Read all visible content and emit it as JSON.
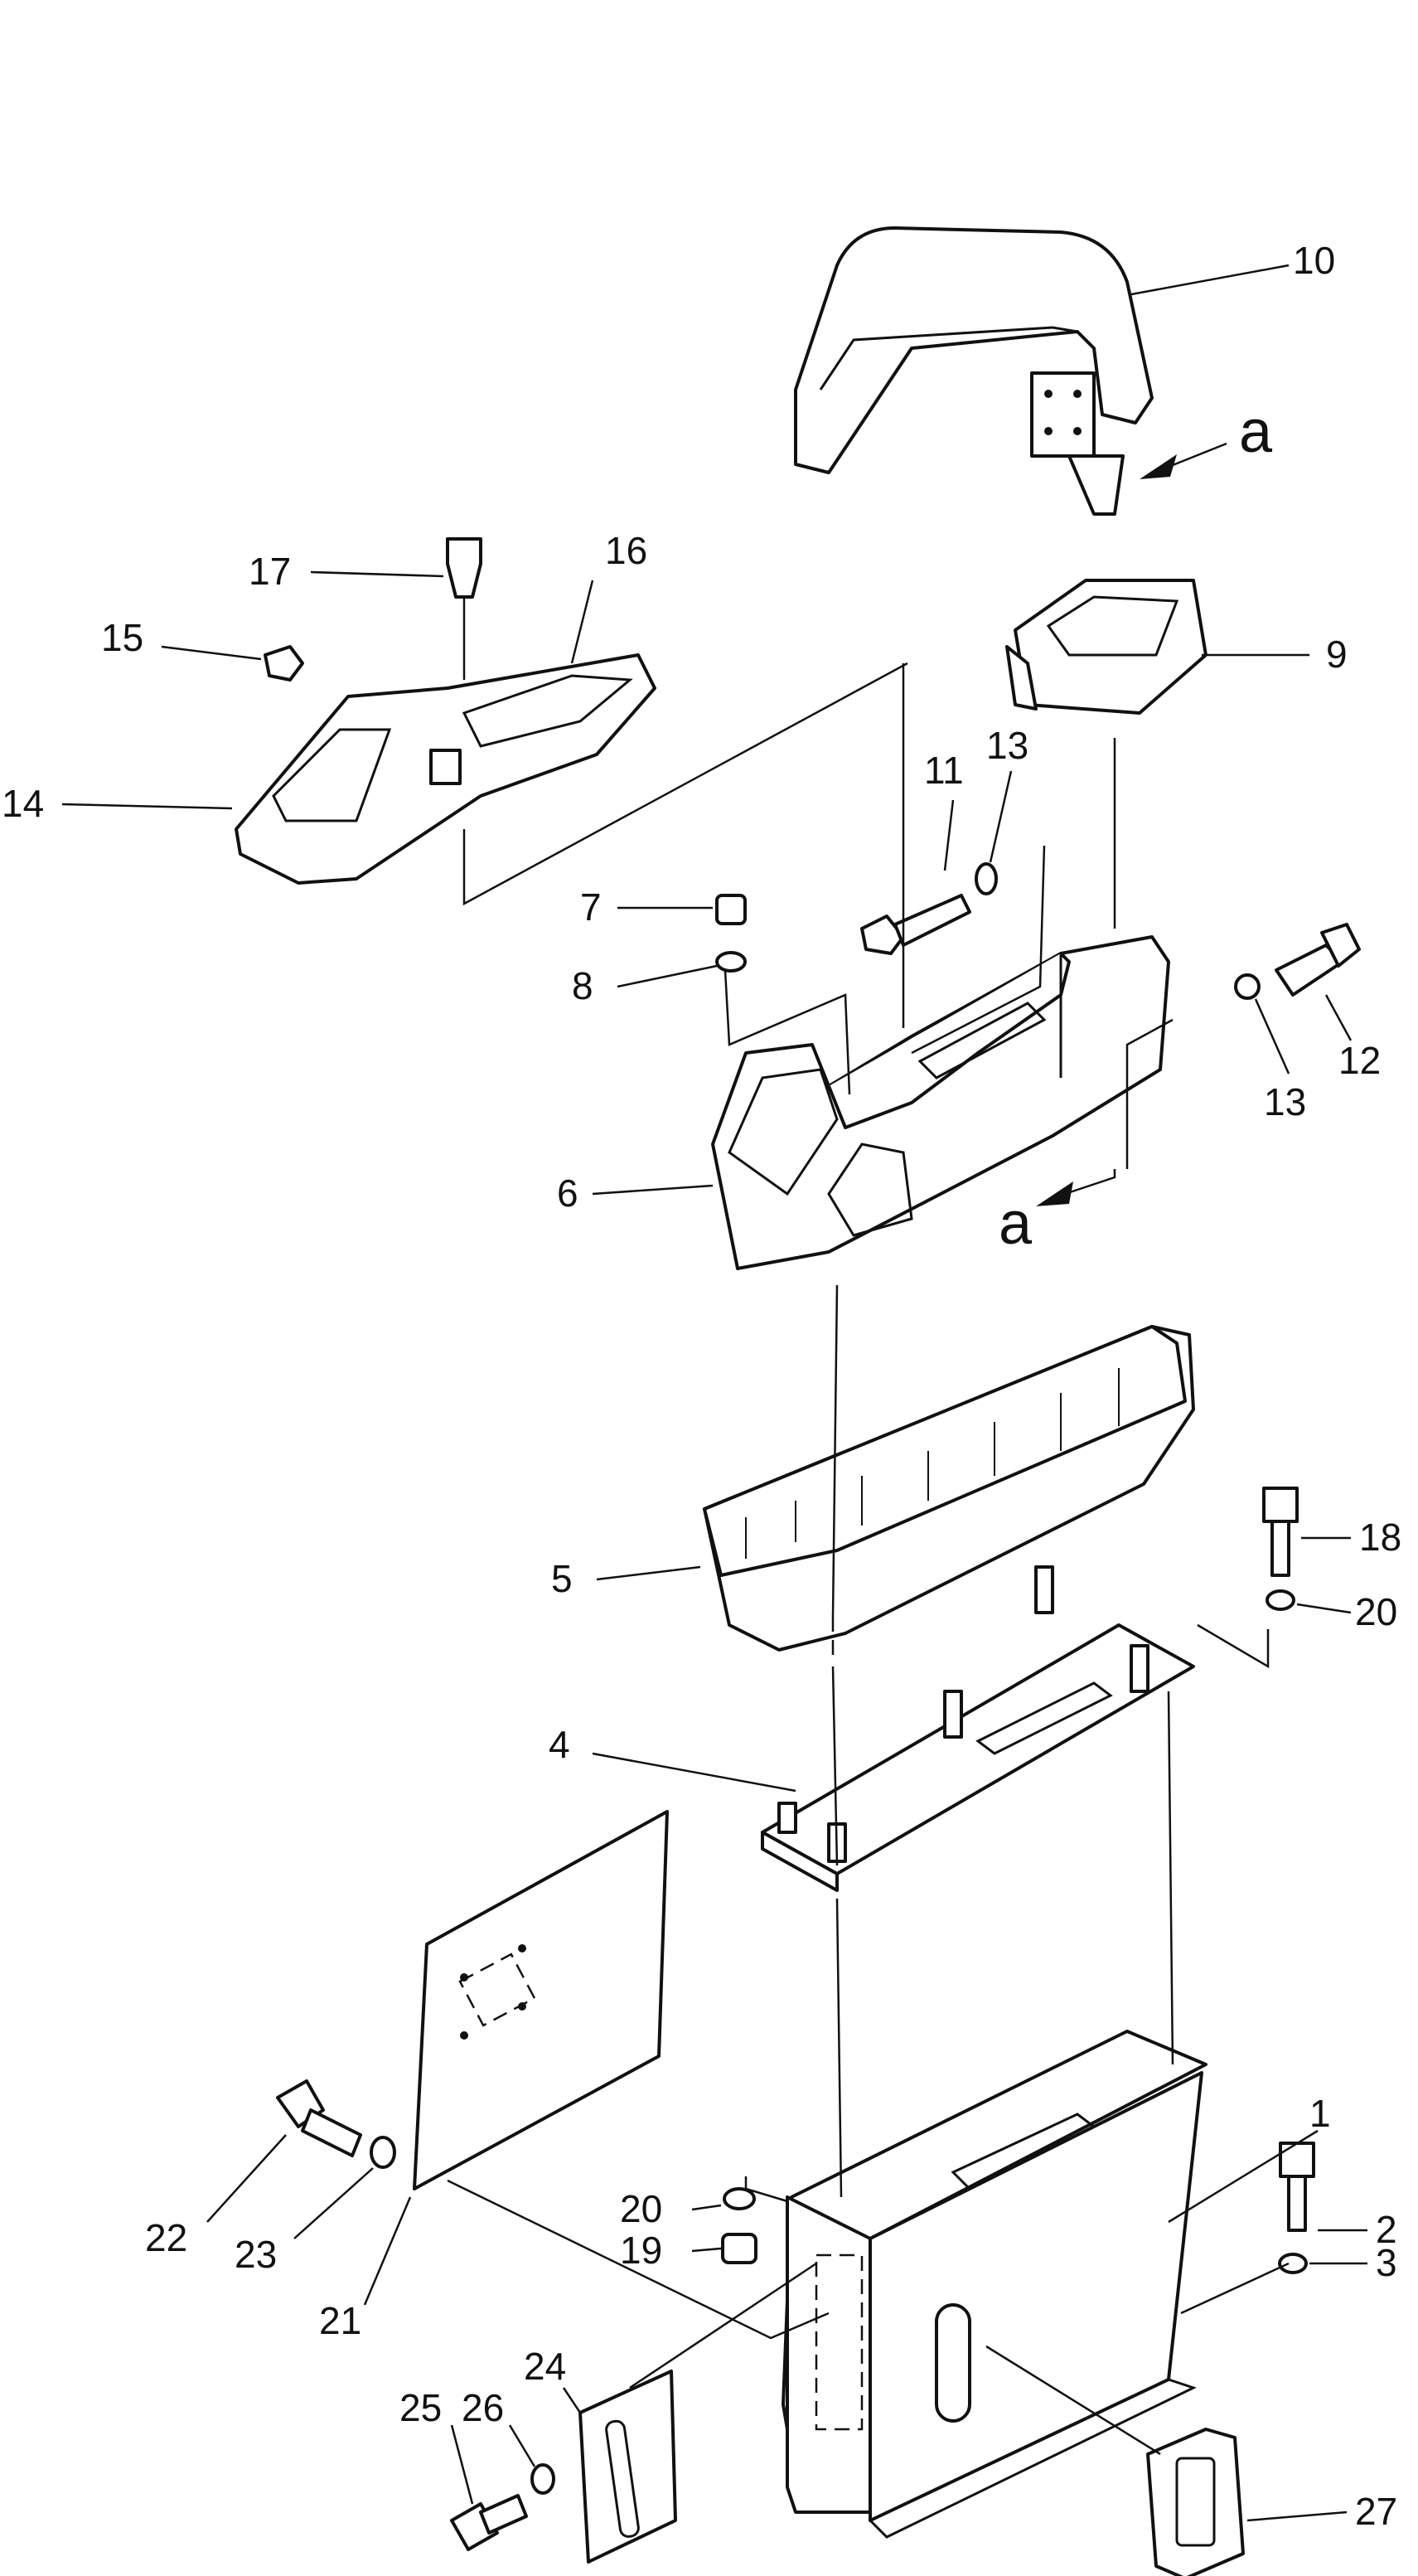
{
  "diagram": {
    "type": "exploded parts diagram",
    "callouts": {
      "p1": "1",
      "p2": "2",
      "p3": "3",
      "p4": "4",
      "p5": "5",
      "p6": "6",
      "p7": "7",
      "p8": "8",
      "p9": "9",
      "p10": "10",
      "p11": "11",
      "p12": "12",
      "p13a": "13",
      "p13b": "13",
      "p14": "14",
      "p15": "15",
      "p16": "16",
      "p17": "17",
      "p18": "18",
      "p19": "19",
      "p20a": "20",
      "p20b": "20",
      "p21": "21",
      "p22": "22",
      "p23": "23",
      "p24": "24",
      "p25": "25",
      "p26": "26",
      "p27": "27"
    },
    "view_markers": {
      "a_top": "a",
      "a_mid": "a"
    }
  }
}
